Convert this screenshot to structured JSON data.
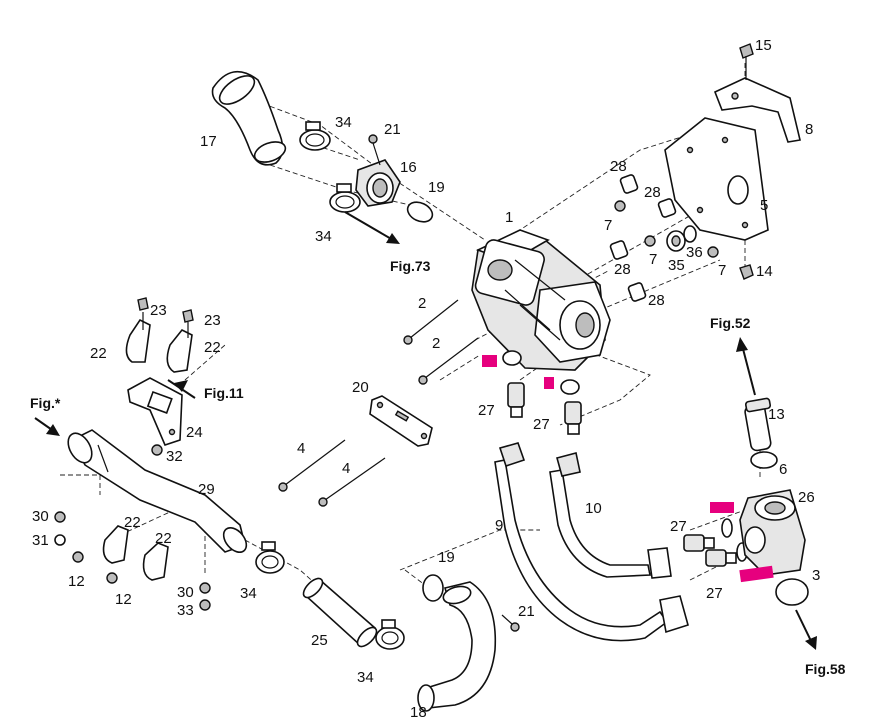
{
  "callouts": {
    "c1": "1",
    "c2a": "2",
    "c2b": "2",
    "c3": "3",
    "c4a": "4",
    "c4b": "4",
    "c5": "5",
    "c6": "6",
    "c7a": "7",
    "c7b": "7",
    "c7c": "7",
    "c8": "8",
    "c9": "9",
    "c10": "10",
    "c12a": "12",
    "c12b": "12",
    "c13": "13",
    "c14": "14",
    "c15": "15",
    "c16": "16",
    "c17": "17",
    "c18": "18",
    "c19a": "19",
    "c19b": "19",
    "c20": "20",
    "c21a": "21",
    "c21b": "21",
    "c22a": "22",
    "c22b": "22",
    "c22c": "22",
    "c22d": "22",
    "c23a": "23",
    "c23b": "23",
    "c24": "24",
    "c25": "25",
    "c26": "26",
    "c27a": "27",
    "c27b": "27",
    "c27c": "27",
    "c27d": "27",
    "c28a": "28",
    "c28b": "28",
    "c28c": "28",
    "c28d": "28",
    "c29": "29",
    "c30a": "30",
    "c30b": "30",
    "c31": "31",
    "c32": "32",
    "c33": "33",
    "c34a": "34",
    "c34b": "34",
    "c34c": "34",
    "c34d": "34",
    "c35": "35",
    "c36": "36"
  },
  "refs": {
    "fig73": "Fig.73",
    "fig11": "Fig.11",
    "fig52": "Fig.52",
    "fig58": "Fig.58",
    "figstar": "Fig.*"
  },
  "colors": {
    "line": "#111111",
    "highlight": "#e6007e",
    "background": "#ffffff"
  }
}
